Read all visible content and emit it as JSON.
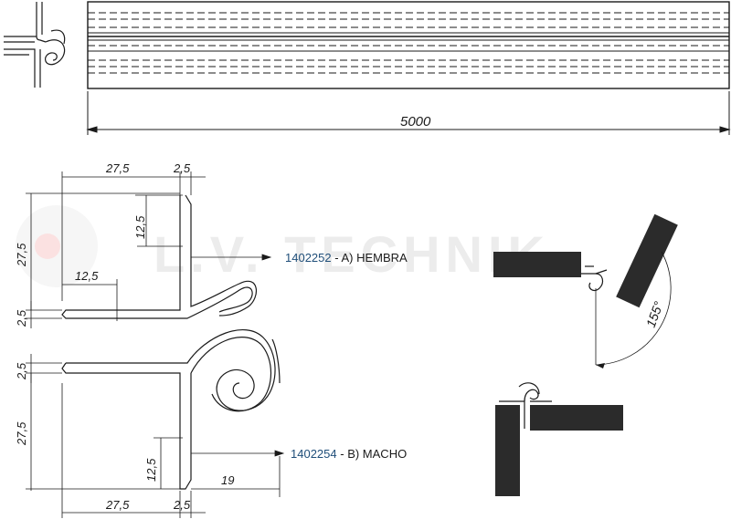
{
  "watermark": {
    "text": "L.V. TECHNIK"
  },
  "strip": {
    "length_label": "5000"
  },
  "dimensions": {
    "width_top": "27,5",
    "thick_top": "2,5",
    "lip_top": "12,5",
    "height_top": "27,5",
    "inner_top": "12,5",
    "gap_top": "2,5",
    "gap_bottom": "2,5",
    "height_bottom": "27,5",
    "lip_bottom": "12,5",
    "offset_bottom": "19",
    "width_bottom": "27,5",
    "thick_bottom": "2,5"
  },
  "parts": [
    {
      "code": "1402252",
      "label": "A) HEMBRA"
    },
    {
      "code": "1402254",
      "label": "B) MACHO"
    }
  ],
  "angle_label": "155°",
  "colors": {
    "line": "#1a1a1a",
    "panel": "#2b2b2b",
    "code": "#1f4e79",
    "watermark": "#ececec"
  }
}
